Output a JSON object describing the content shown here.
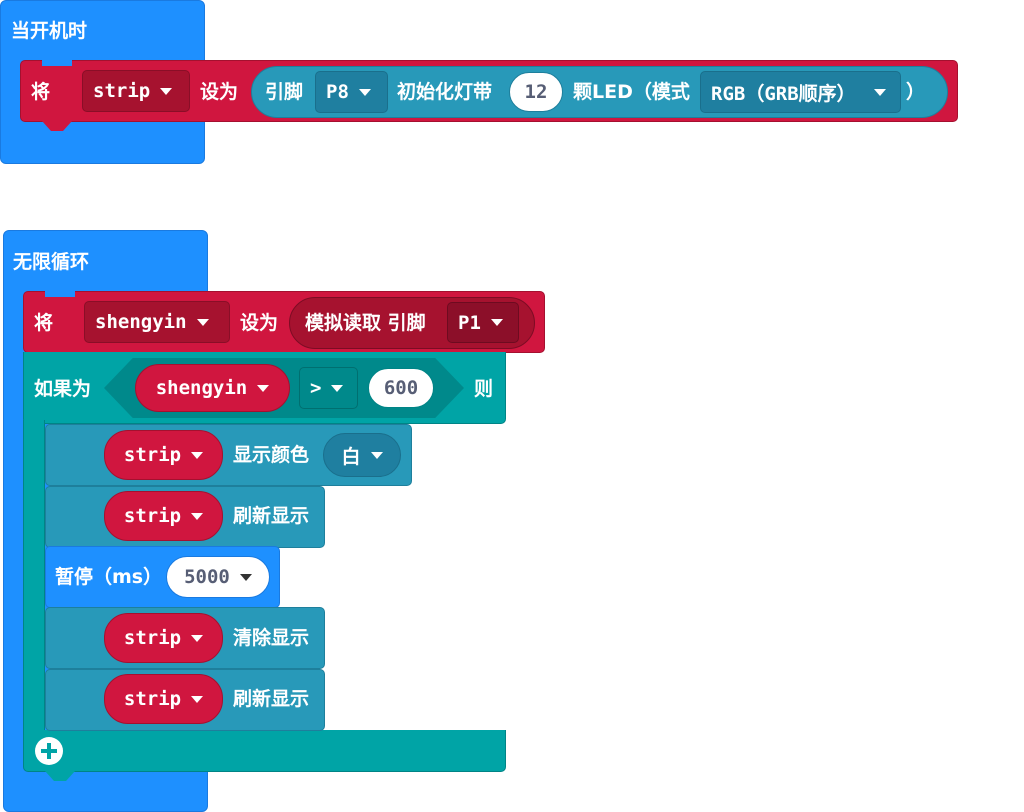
{
  "start_block": {
    "title": "当开机时",
    "set_label": "将",
    "variable": "strip",
    "to_label": "设为",
    "pin_label": "引脚",
    "pin": "P8",
    "init_label": "初始化灯带",
    "led_count": "12",
    "leds_mode_label": "颗LED（模式",
    "mode": "RGB（GRB顺序）",
    "close_paren": "）"
  },
  "loop_block": {
    "title": "无限循环",
    "set_label": "将",
    "variable": "shengyin",
    "to_label": "设为",
    "read_label": "模拟读取 引脚",
    "read_pin": "P1",
    "if_label": "如果为",
    "cond_variable": "shengyin",
    "operator": ">",
    "threshold": "600",
    "then_label": "则",
    "show_color_strip": "strip",
    "show_color_label": "显示颜色",
    "color": "白",
    "refresh1_strip": "strip",
    "refresh1_label": "刷新显示",
    "pause_label": "暂停（ms）",
    "pause_value": "5000",
    "clear_strip": "strip",
    "clear_label": "清除显示",
    "refresh2_strip": "strip",
    "refresh2_label": "刷新显示",
    "add_icon": "plus-circle-icon"
  },
  "colors": {
    "event_blue": "#1e90ff",
    "variables_red": "#d0163f",
    "neopixel_teal": "#2899b9",
    "logic_green": "#00a4a6"
  }
}
